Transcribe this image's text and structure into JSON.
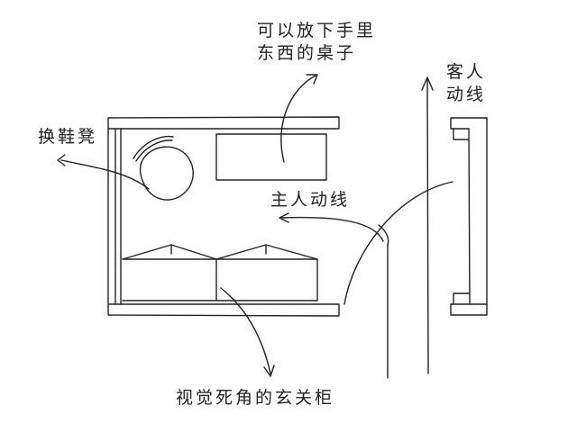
{
  "labels": {
    "desk_line1": "可以放下手里",
    "desk_line2": "东西的桌子",
    "guest_line1": "客人",
    "guest_line2": "动线",
    "shoe_bench": "换鞋凳",
    "host_flow": "主人动线",
    "cabinet": "视觉死角的玄关柜"
  }
}
